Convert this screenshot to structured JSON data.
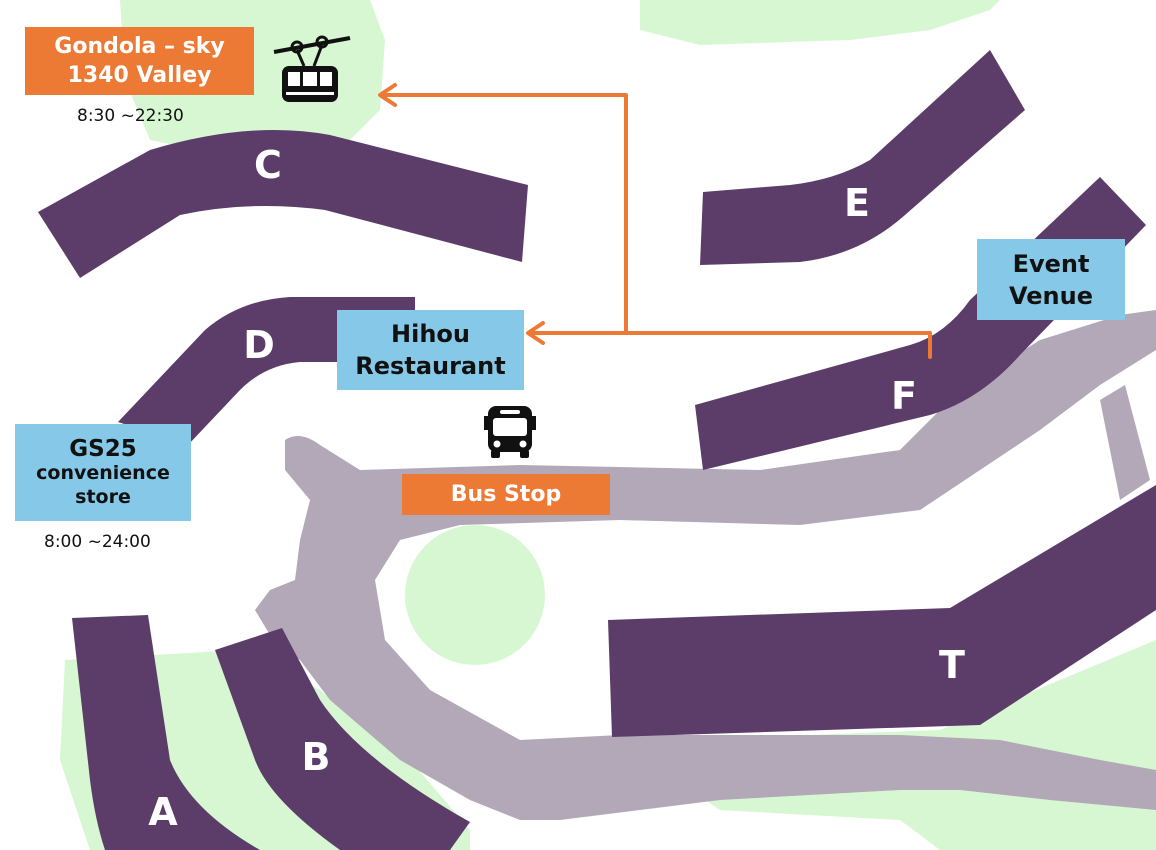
{
  "buildings": {
    "A": "A",
    "B": "B",
    "C": "C",
    "D": "D",
    "E": "E",
    "F": "F",
    "T": "T"
  },
  "places": {
    "gondola": {
      "line1": "Gondola – sky",
      "line2": "1340 Valley",
      "hours": "8:30 ~22:30",
      "icon": "gondola-icon"
    },
    "event_venue": {
      "line1": "Event",
      "line2": "Venue"
    },
    "restaurant": {
      "line1": "Hihou",
      "line2": "Restaurant"
    },
    "convenience": {
      "line1": "GS25",
      "line2": "convenience",
      "line3": "store",
      "hours": "8:00 ~24:00"
    },
    "bus_stop": {
      "label": "Bus Stop",
      "icon": "bus-icon"
    }
  },
  "colors": {
    "building": "#5c3d69",
    "road": "#b2a8b8",
    "green": "#d6f7d2",
    "route": "#ec7a35",
    "orange_label": "#ec7a35",
    "blue_label": "#86c8e8"
  }
}
